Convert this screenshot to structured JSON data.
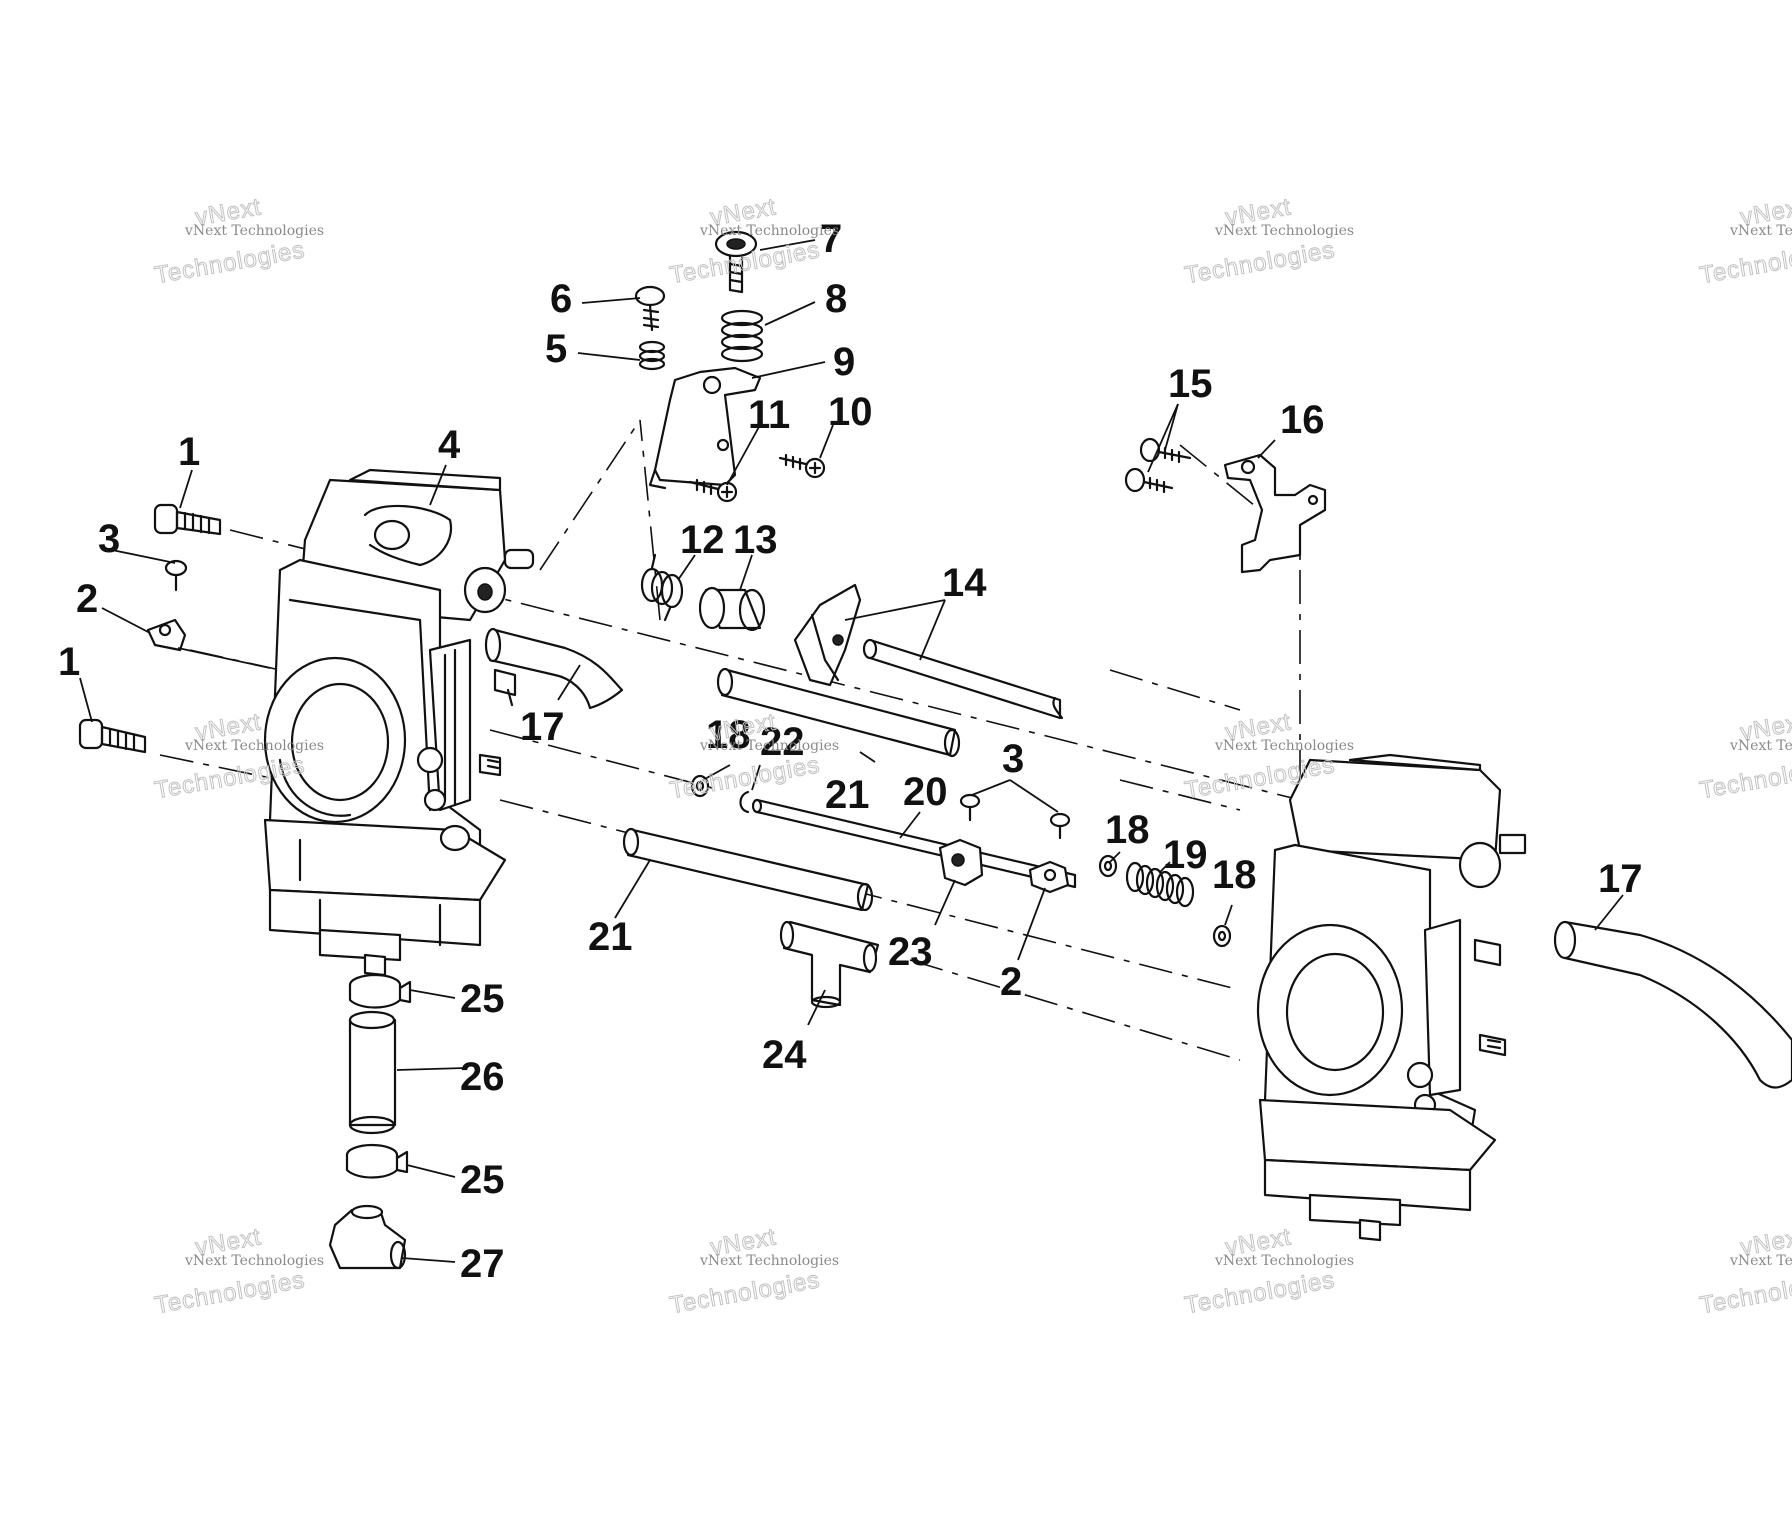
{
  "diagram": {
    "callouts": [
      "1",
      "1",
      "2",
      "2",
      "3",
      "3",
      "4",
      "5",
      "6",
      "7",
      "8",
      "9",
      "10",
      "11",
      "12",
      "13",
      "14",
      "15",
      "16",
      "17",
      "17",
      "18",
      "18",
      "18",
      "19",
      "20",
      "21",
      "21",
      "22",
      "23",
      "24",
      "25",
      "25",
      "26",
      "27"
    ]
  },
  "watermarks": [
    {
      "line1": "vNext",
      "line2": "vNext Technologies",
      "line3": "Technologies"
    },
    {
      "line1": "vNext",
      "line2": "vNext Technologies",
      "line3": "Technologies"
    },
    {
      "line1": "vNext",
      "line2": "vNext Technologies",
      "line3": "Technologies"
    },
    {
      "line1": "vNext",
      "line2": "vNext Technologies",
      "line3": "Technologies"
    },
    {
      "line1": "vNext",
      "line2": "vNext Technologies",
      "line3": "Technologies"
    },
    {
      "line1": "vNext",
      "line2": "vNext Technologies",
      "line3": "Technologies"
    },
    {
      "line1": "vNext",
      "line2": "vNext Technologies",
      "line3": "Technologies"
    },
    {
      "line1": "vNext",
      "line2": "vNext Technologies",
      "line3": "Technologies"
    },
    {
      "line1": "vNext",
      "line2": "vNext Technologies",
      "line3": "Technologies"
    },
    {
      "line1": "vNext",
      "line2": "vNext Technologies",
      "line3": "Technologies"
    },
    {
      "line1": "vNext",
      "line2": "vNext Technologies",
      "line3": "Technologies"
    },
    {
      "line1": "vNext",
      "line2": "vNext Technologies",
      "line3": "Technologies"
    }
  ]
}
